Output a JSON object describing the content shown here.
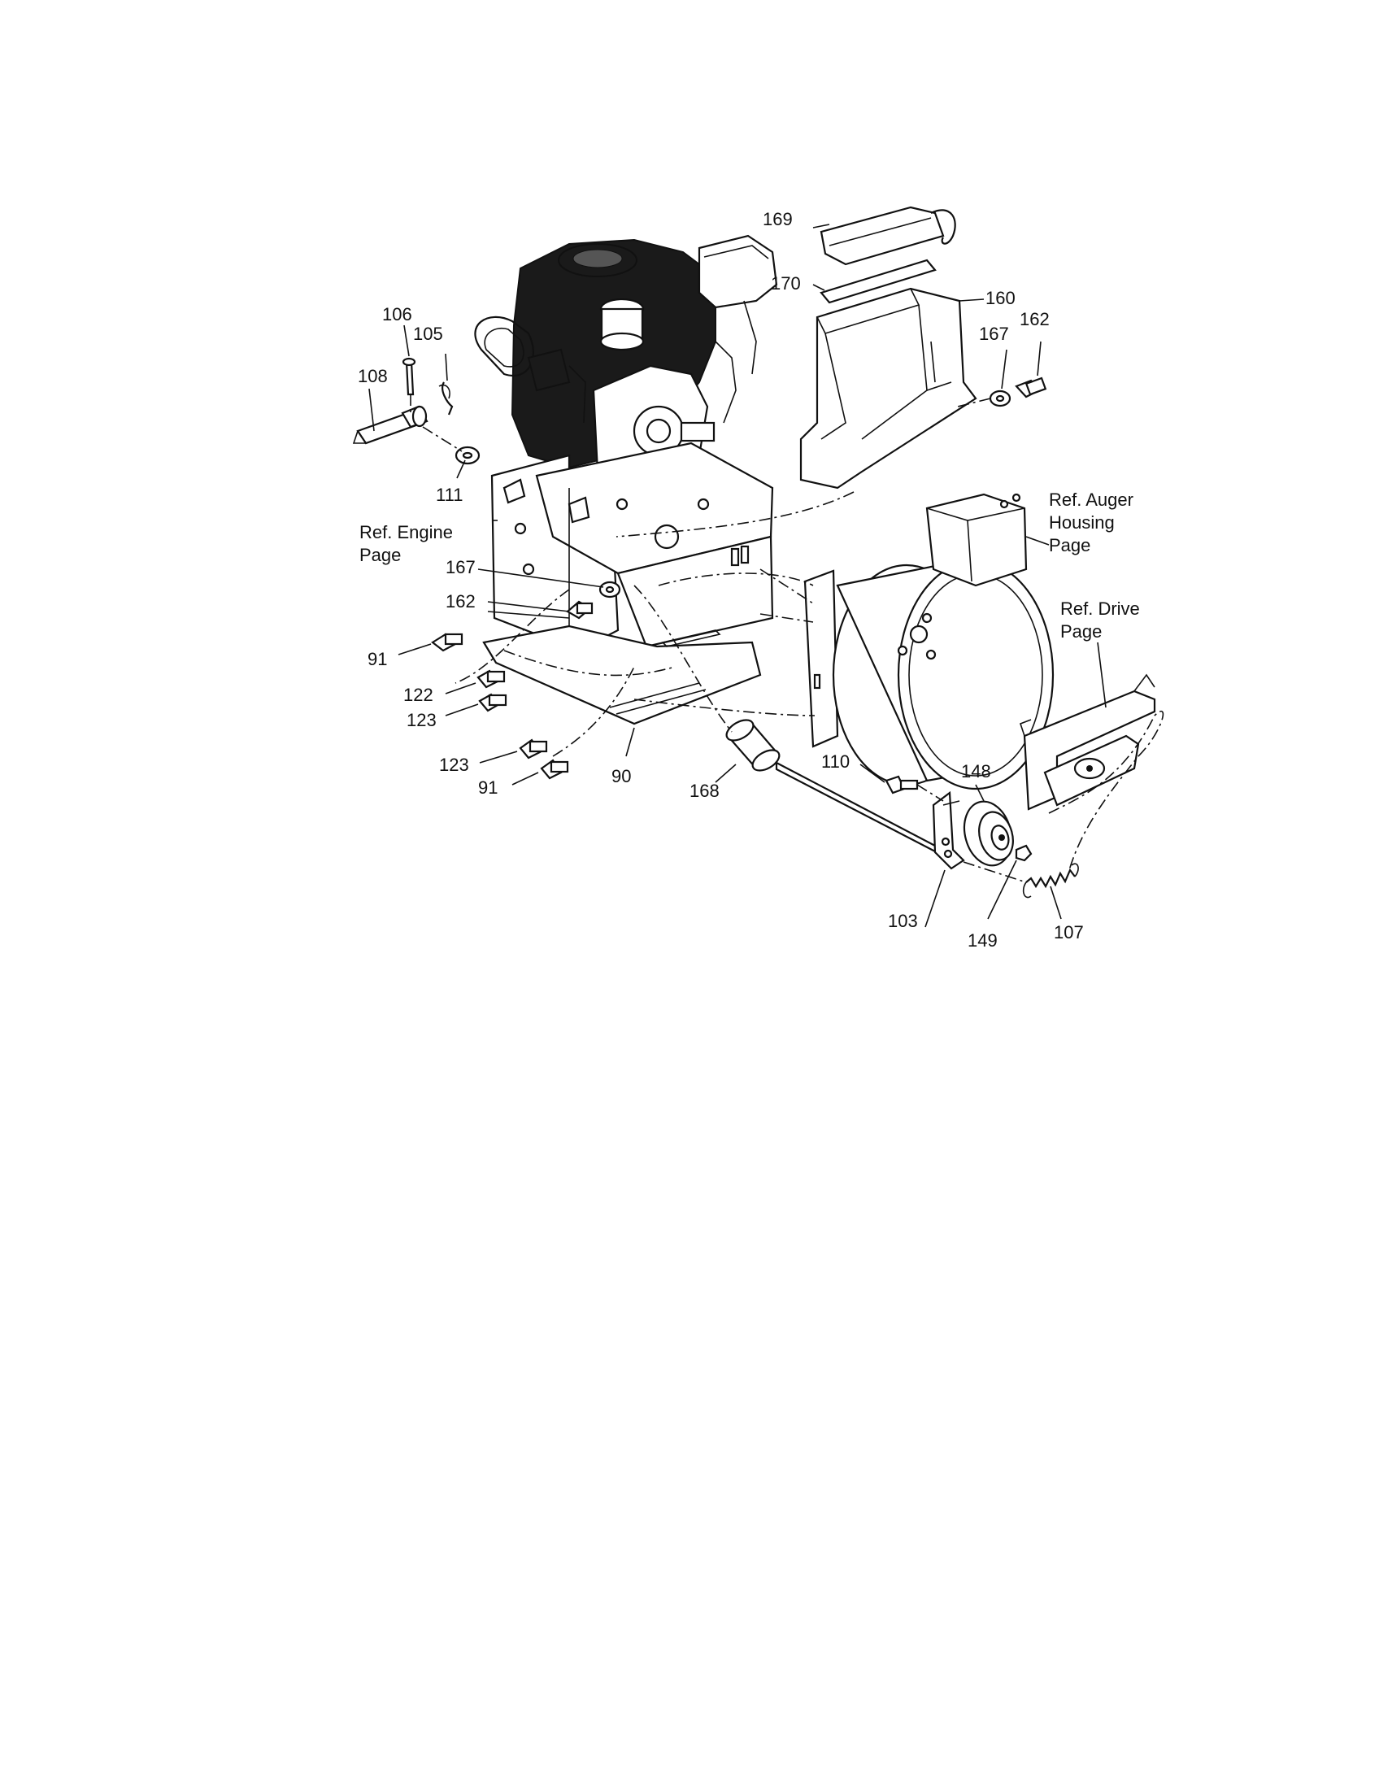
{
  "part_labels": [
    {
      "id": "p169",
      "text": "169"
    },
    {
      "id": "p170",
      "text": "170"
    },
    {
      "id": "p160",
      "text": "160"
    },
    {
      "id": "p167a",
      "text": "167"
    },
    {
      "id": "p162a",
      "text": "162"
    },
    {
      "id": "p106",
      "text": "106"
    },
    {
      "id": "p105",
      "text": "105"
    },
    {
      "id": "p108",
      "text": "108"
    },
    {
      "id": "p111",
      "text": "111"
    },
    {
      "id": "p167b",
      "text": "167"
    },
    {
      "id": "p162b",
      "text": "162"
    },
    {
      "id": "p91a",
      "text": "91"
    },
    {
      "id": "p122",
      "text": "122"
    },
    {
      "id": "p123a",
      "text": "123"
    },
    {
      "id": "p123b",
      "text": "123"
    },
    {
      "id": "p91b",
      "text": "91"
    },
    {
      "id": "p90",
      "text": "90"
    },
    {
      "id": "p168",
      "text": "168"
    },
    {
      "id": "p110",
      "text": "110"
    },
    {
      "id": "p148",
      "text": "148"
    },
    {
      "id": "p103",
      "text": "103"
    },
    {
      "id": "p149",
      "text": "149"
    },
    {
      "id": "p107",
      "text": "107"
    }
  ],
  "references": {
    "engine": [
      "Ref. Engine",
      "Page"
    ],
    "auger": [
      "Ref. Auger",
      "Housing",
      "Page"
    ],
    "drive": [
      "Ref. Drive",
      "Page"
    ]
  },
  "icons": [
    "engine",
    "engine-mounting-frame",
    "chute-adapter",
    "fan-housing",
    "belt-cover",
    "idler-pulley",
    "idler-bracket",
    "spring",
    "bolt",
    "washer",
    "hairpin-clip",
    "clevis-pin",
    "roller"
  ]
}
